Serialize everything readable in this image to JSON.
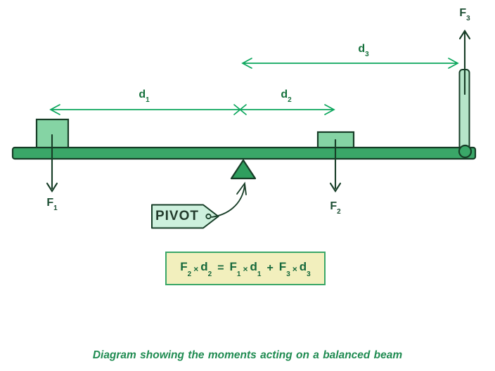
{
  "caption": {
    "text": "Diagram showing the moments acting on a balanced beam"
  },
  "pivot_tag": {
    "text": "PIVOT"
  },
  "labels": {
    "F1": {
      "base": "F",
      "sub": "1"
    },
    "F2": {
      "base": "F",
      "sub": "2"
    },
    "F3": {
      "base": "F",
      "sub": "3"
    },
    "d1": {
      "base": "d",
      "sub": "1"
    },
    "d2": {
      "base": "d",
      "sub": "2"
    },
    "d3": {
      "base": "d",
      "sub": "3"
    }
  },
  "equation": {
    "tokens": [
      {
        "text": "F",
        "sub": "2"
      },
      {
        "text": "×"
      },
      {
        "text": "d",
        "sub": "2"
      },
      {
        "text": "="
      },
      {
        "text": "F",
        "sub": "1"
      },
      {
        "text": "×"
      },
      {
        "text": "d",
        "sub": "1"
      },
      {
        "text": "+"
      },
      {
        "text": "F",
        "sub": "3"
      },
      {
        "text": "×"
      },
      {
        "text": "d",
        "sub": "3"
      }
    ]
  },
  "colors": {
    "accent": "#0ba65c",
    "outline": "#173d27",
    "beam-fill": "#3aa768",
    "block-fill": "#85d4a4",
    "rod-fill": "#b6e5c9",
    "triangle-fill": "#2f9e5e",
    "tag-fill": "#cdf0dd",
    "label-green": "#15713c",
    "label-dark": "#1d4f34",
    "eq-bg": "#f2efbd",
    "eq-border": "#3aa768",
    "eq-text": "#16693c",
    "caption": "#1f8b51"
  }
}
